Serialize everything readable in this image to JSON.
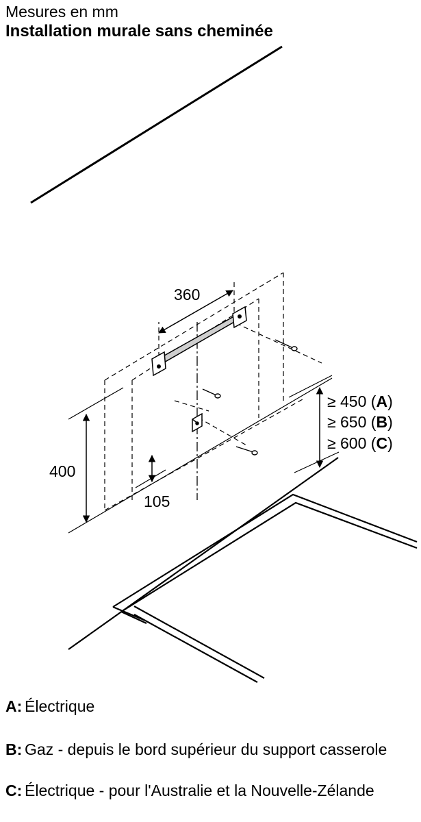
{
  "header": {
    "units": "Mesures en mm",
    "title": "Installation murale sans cheminée"
  },
  "dimensions": {
    "width": "360",
    "height": "400",
    "offset": "105"
  },
  "clearances": [
    {
      "prefix": "≥ 450 (",
      "key": "A",
      "suffix": ")"
    },
    {
      "prefix": "≥ 650 (",
      "key": "B",
      "suffix": ")"
    },
    {
      "prefix": "≥ 600 (",
      "key": "C",
      "suffix": ")"
    }
  ],
  "legend": [
    {
      "key": "A:",
      "text": "Électrique"
    },
    {
      "key": "B:",
      "text": "Gaz - depuis le bord supérieur du support casserole"
    },
    {
      "key": "C:",
      "text": "Électrique - pour l'Australie et la Nouvelle-Zélande"
    }
  ]
}
